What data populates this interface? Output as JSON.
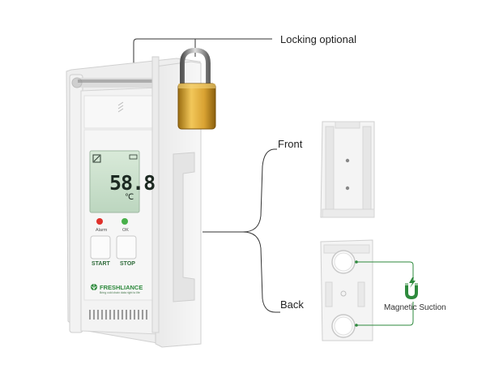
{
  "labels": {
    "locking": "Locking optional",
    "front": "Front",
    "back": "Back",
    "magnetic": "Magnetic Suction"
  },
  "device": {
    "reading": "58.8",
    "unit": "℃",
    "alarm_label": "Alarm",
    "ok_label": "OK",
    "start_label": "START",
    "stop_label": "STOP",
    "brand": "FRESHLIANCE",
    "slogan": "Bring cold chain data right to life"
  },
  "colors": {
    "accent_green": "#2e8a3d",
    "lock_gold": "#d4a53a",
    "lcd_bg": "#cfe3cf",
    "alarm_red": "#e0312b",
    "ok_green": "#48b04a"
  },
  "icons": [
    "padlock-icon",
    "magnet-icon"
  ]
}
